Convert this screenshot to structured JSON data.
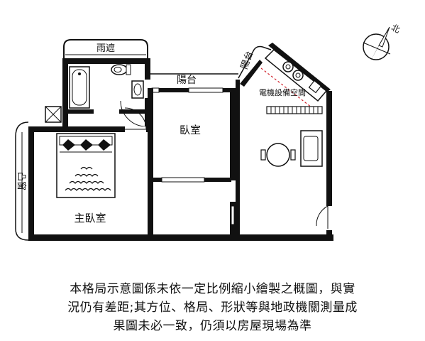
{
  "rooms": {
    "rain_shelter": "雨遮",
    "balcony_top": "陽台",
    "balcony_side": "陽台",
    "bedroom": "臥室",
    "master_bedroom": "主臥室",
    "bay_window": "凸窗",
    "mechanical_room": "電機設備空間"
  },
  "compass": {
    "label": "北"
  },
  "disclaimer": {
    "line1": "本格局示意圖係未依一定比例縮小繪製之概圖，與實",
    "line2": "況仍有差距;其方位、格局、形狀等與地政機關測量成",
    "line3": "果圖未必一致，仍須以房屋現場為準"
  },
  "colors": {
    "wall": "#111111",
    "marker": "#d0202a",
    "fill": "#ffffff"
  }
}
